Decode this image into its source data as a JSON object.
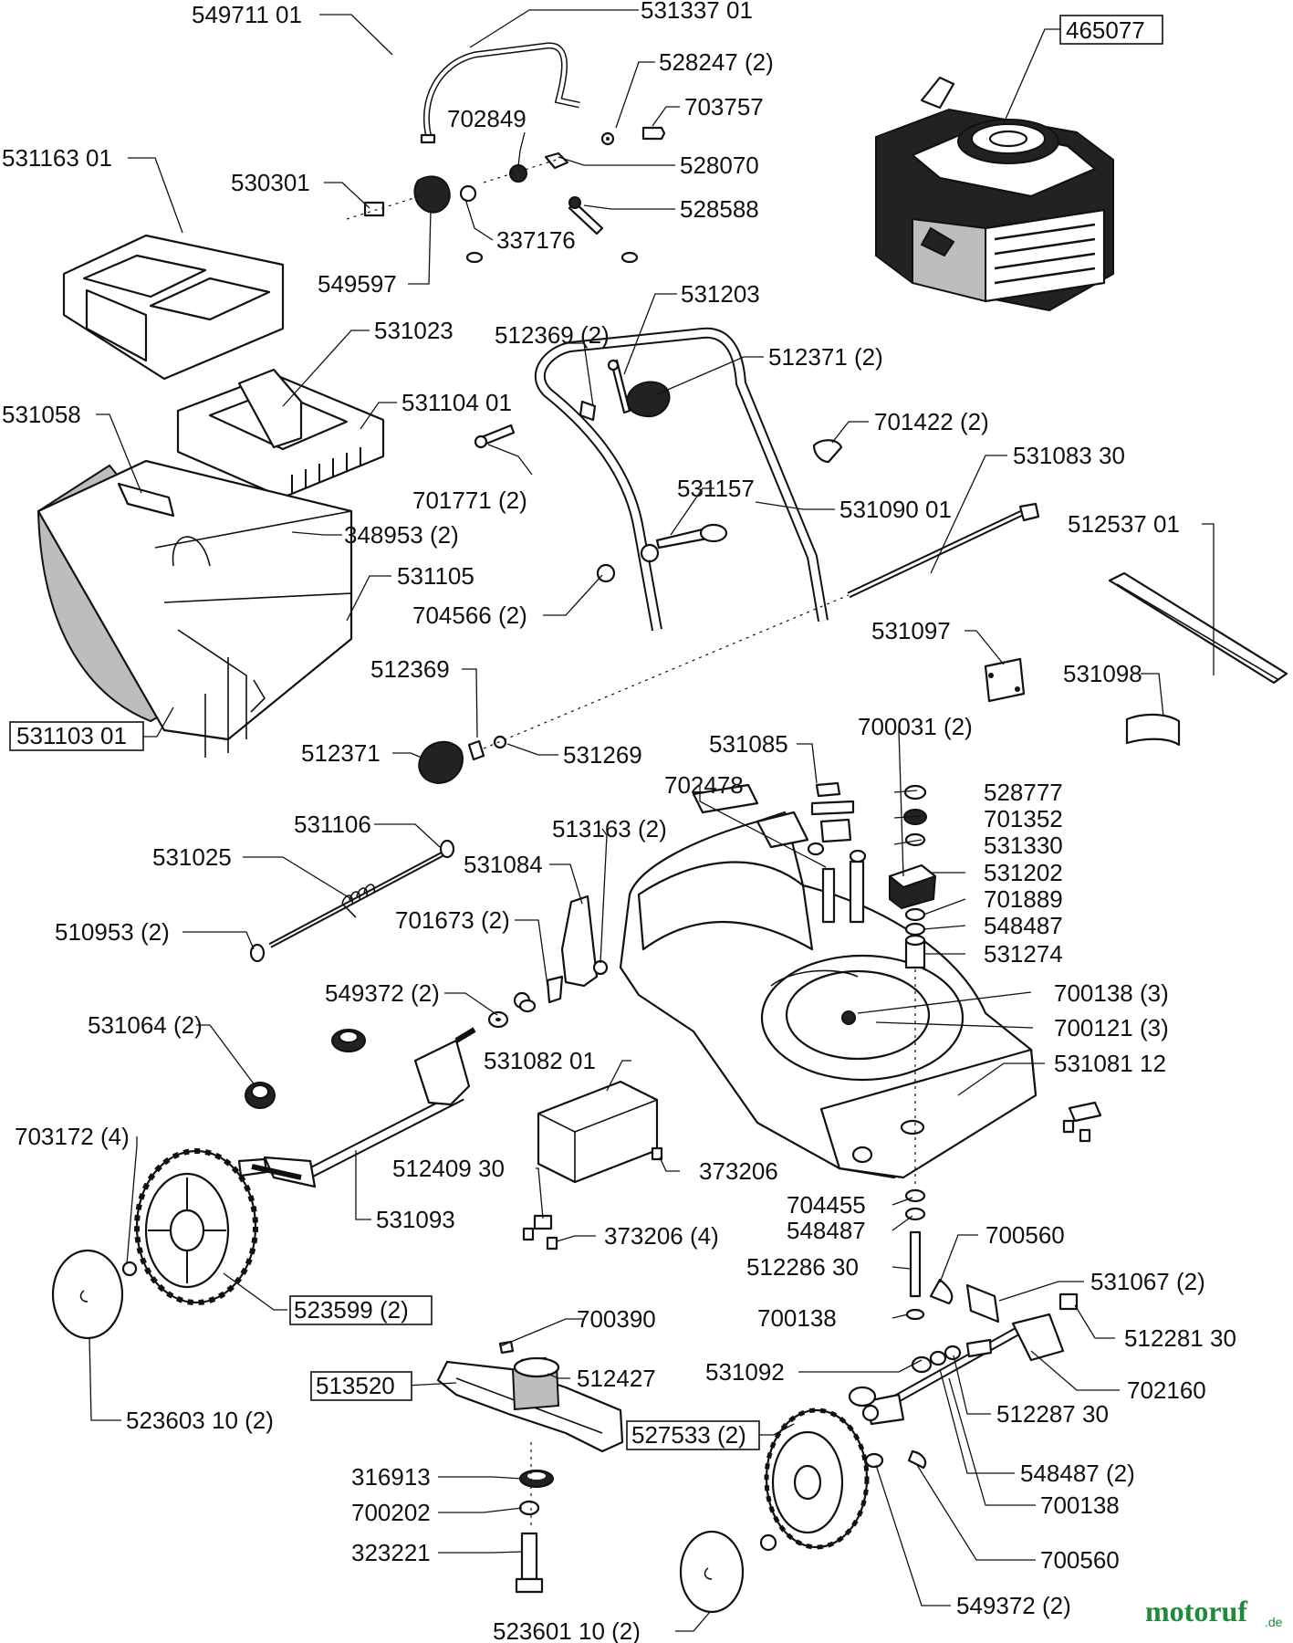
{
  "labels": [
    "549711 01",
    "531337 01",
    "528247 (2)",
    "465077",
    "703757",
    "702849",
    "528070",
    "531163 01",
    "530301",
    "528588",
    "337176",
    "549597",
    "531203",
    "531023",
    "512369 (2)",
    "512371 (2)",
    "531058",
    "531104 01",
    "701422 (2)",
    "531083 30",
    "701771 (2)",
    "531157",
    "531090 01",
    "512537 01",
    "348953 (2)",
    "531105",
    "704566 (2)",
    "531097",
    "531098",
    "512369",
    "700031 (2)",
    "531103 01",
    "512371",
    "531269",
    "531085",
    "702478",
    "528777",
    "701352",
    "531330",
    "531106",
    "513163 (2)",
    "531025",
    "531084",
    "531202",
    "701889",
    "548487",
    "510953 (2)",
    "701673 (2)",
    "531274",
    "549372 (2)",
    "700138 (3)",
    "531064 (2)",
    "700121 (3)",
    "531082 01",
    "531081 12",
    "703172 (4)",
    "512409 30",
    "373206",
    "704455",
    "531093",
    "373206 (4)",
    "548487",
    "700560",
    "512286 30",
    "531067 (2)",
    "523599 (2)",
    "700390",
    "700138",
    "512281 30",
    "513520",
    "512427",
    "531092",
    "702160",
    "512287 30",
    "527533 (2)",
    "548487 (2)",
    "316913",
    "523603 10 (2)",
    "700202",
    "700138",
    "323221",
    "700560",
    "549372 (2)",
    "523601 10 (2)"
  ],
  "brand": {
    "name": "motoruf",
    "suffix": ".de",
    "color": "#1f8a3a"
  }
}
